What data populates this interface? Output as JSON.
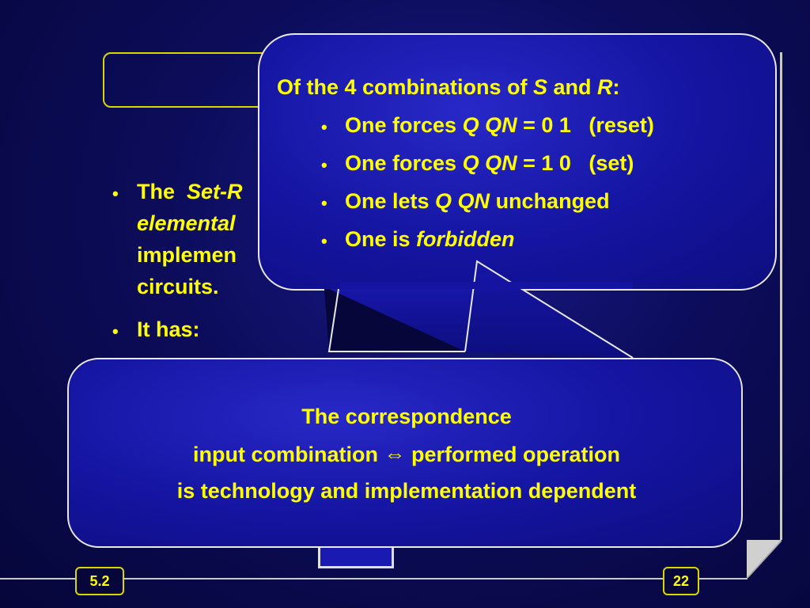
{
  "background_bullets": [
    {
      "lines": [
        {
          "parts": [
            {
              "text": "The",
              "italic": false
            },
            {
              "text": "Set-R",
              "italic": true
            }
          ]
        },
        {
          "parts": [
            {
              "text": "elemental",
              "italic": true
            }
          ]
        },
        {
          "parts": [
            {
              "text": "implemen",
              "italic": false
            }
          ]
        },
        {
          "parts": [
            {
              "text": "circuits.",
              "italic": false
            }
          ]
        }
      ]
    },
    {
      "lines": [
        {
          "parts": [
            {
              "text": "It has:",
              "italic": false
            }
          ]
        }
      ]
    }
  ],
  "top_callout": {
    "intro": [
      "Of the 4 combinations of ",
      "S",
      " and ",
      "R",
      ":"
    ],
    "items": [
      [
        "One forces ",
        "Q QN",
        " = 0 1   (reset)"
      ],
      [
        "One forces ",
        "Q QN",
        " = 1 0   (set)"
      ],
      [
        "One lets ",
        "Q QN",
        " unchanged"
      ],
      [
        "One is ",
        "forbidden",
        ""
      ]
    ]
  },
  "bottom_callout": {
    "line1": "The correspondence",
    "line2_left": "input combination",
    "line2_symbol": "⇔",
    "line2_right": "performed operation",
    "line3": "is technology and implementation dependent"
  },
  "footer": {
    "section": "5.2",
    "page": "22"
  },
  "colors": {
    "text": "#ffff00",
    "background": "#0c0c5a",
    "callout_fill": "#1414a0",
    "callout_border": "#e8e8e8"
  }
}
